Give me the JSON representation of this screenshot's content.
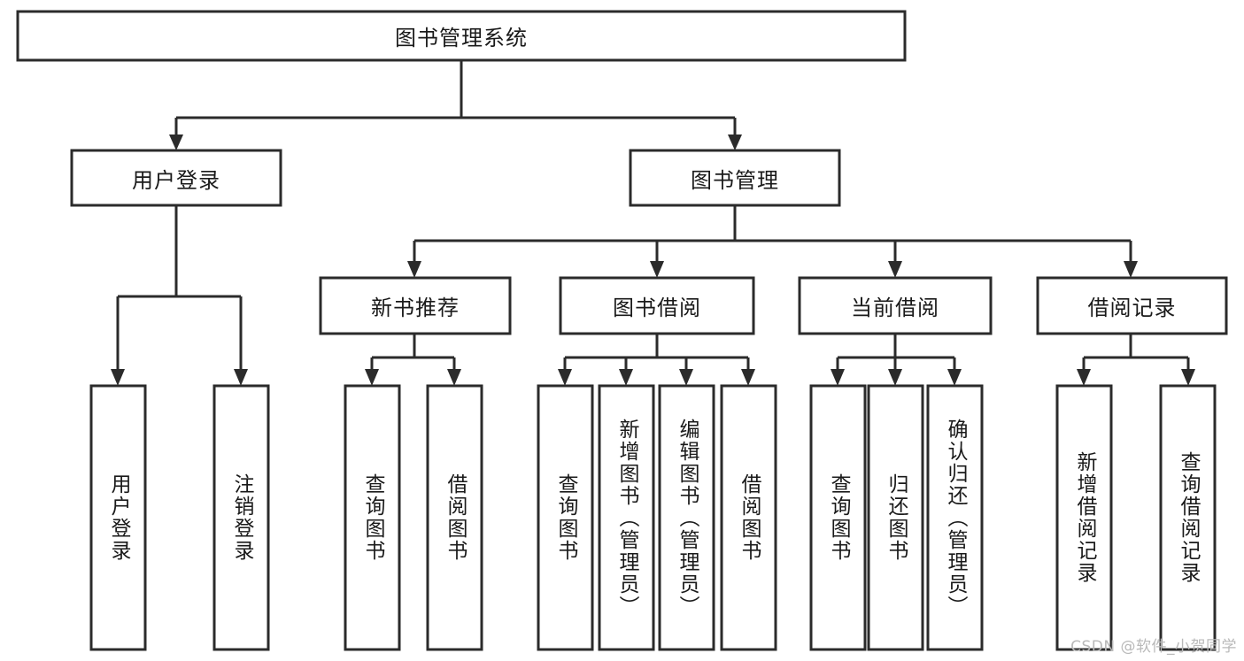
{
  "diagram": {
    "type": "tree-hierarchy",
    "title": "图书管理系统",
    "watermark": "CSDN @软件_小贺同学",
    "colors": {
      "stroke": "#2b2b2b",
      "fill": "#ffffff",
      "text": "#1a1a1a",
      "watermark": "#b9b9b9",
      "background": "#ffffff"
    },
    "levels": [
      {
        "level": 0,
        "labels": [
          "图书管理系统"
        ]
      },
      {
        "level": 1,
        "labels": [
          "用户登录",
          "图书管理"
        ]
      },
      {
        "level": 2,
        "labels": [
          "新书推荐",
          "图书借阅",
          "当前借阅",
          "借阅记录"
        ]
      },
      {
        "level": 3,
        "labels": [
          "用户登录",
          "注销登录",
          "查询图书",
          "借阅图书",
          "查询图书",
          "新增图书（管理员）",
          "编辑图书（管理员）",
          "借阅图书",
          "查询图书",
          "归还图书",
          "确认归还（管理员）",
          "新增借阅记录",
          "查询借阅记录"
        ]
      }
    ],
    "nodes": {
      "root": {
        "label": "图书管理系统"
      },
      "user_login": {
        "label": "用户登录"
      },
      "book_mgmt": {
        "label": "图书管理"
      },
      "new_book_rec": {
        "label": "新书推荐"
      },
      "book_borrow": {
        "label": "图书借阅"
      },
      "current_borrow": {
        "label": "当前借阅"
      },
      "borrow_record": {
        "label": "借阅记录"
      },
      "leaf_user_login": {
        "label": "用户登录"
      },
      "leaf_logout": {
        "label": "注销登录"
      },
      "leaf_query_book_1": {
        "label": "查询图书"
      },
      "leaf_borrow_book_1": {
        "label": "借阅图书"
      },
      "leaf_query_book_2": {
        "label": "查询图书"
      },
      "leaf_add_book_admin": {
        "label": "新增图书（管理员）"
      },
      "leaf_edit_book_admin": {
        "label": "编辑图书（管理员）"
      },
      "leaf_borrow_book_2": {
        "label": "借阅图书"
      },
      "leaf_query_book_3": {
        "label": "查询图书"
      },
      "leaf_return_book": {
        "label": "归还图书"
      },
      "leaf_confirm_return_admin": {
        "label": "确认归还（管理员）"
      },
      "leaf_add_borrow_record": {
        "label": "新增借阅记录"
      },
      "leaf_query_borrow_record": {
        "label": "查询借阅记录"
      }
    },
    "edges": [
      {
        "from": "图书管理系统",
        "to": "用户登录"
      },
      {
        "from": "图书管理系统",
        "to": "图书管理"
      },
      {
        "from": "用户登录",
        "to": "用户登录"
      },
      {
        "from": "用户登录",
        "to": "注销登录"
      },
      {
        "from": "图书管理",
        "to": "新书推荐"
      },
      {
        "from": "图书管理",
        "to": "图书借阅"
      },
      {
        "from": "图书管理",
        "to": "当前借阅"
      },
      {
        "from": "图书管理",
        "to": "借阅记录"
      },
      {
        "from": "新书推荐",
        "to": "查询图书"
      },
      {
        "from": "新书推荐",
        "to": "借阅图书"
      },
      {
        "from": "图书借阅",
        "to": "查询图书"
      },
      {
        "from": "图书借阅",
        "to": "新增图书（管理员）"
      },
      {
        "from": "图书借阅",
        "to": "编辑图书（管理员）"
      },
      {
        "from": "图书借阅",
        "to": "借阅图书"
      },
      {
        "from": "当前借阅",
        "to": "查询图书"
      },
      {
        "from": "当前借阅",
        "to": "归还图书"
      },
      {
        "from": "当前借阅",
        "to": "确认归还（管理员）"
      },
      {
        "from": "借阅记录",
        "to": "新增借阅记录"
      },
      {
        "from": "借阅记录",
        "to": "查询借阅记录"
      }
    ]
  }
}
